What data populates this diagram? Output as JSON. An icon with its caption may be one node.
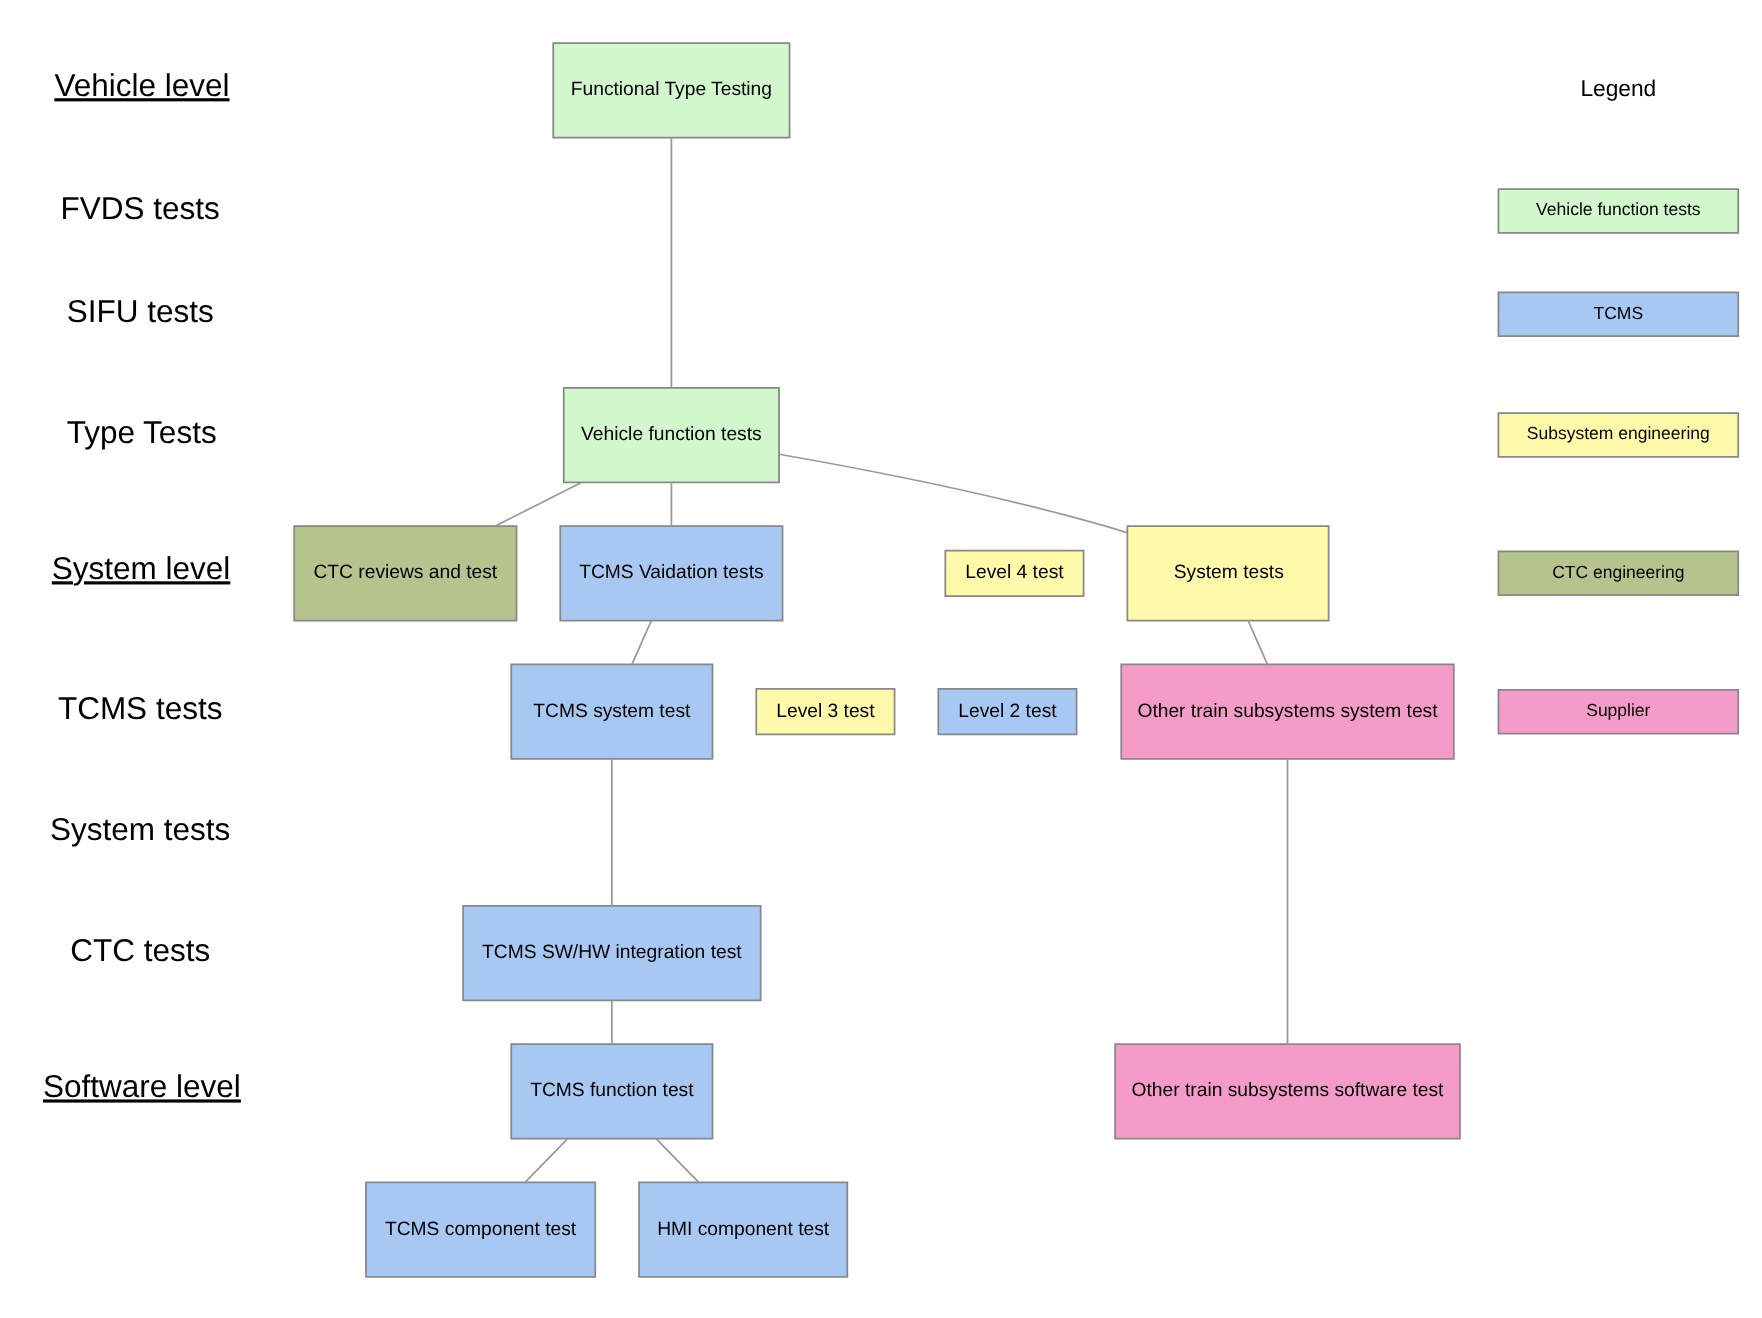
{
  "diagram": {
    "nodes": [
      {
        "text": [
          "Functional Type Testing"
        ]
      },
      {
        "text": [
          "Vehicle function tests"
        ]
      },
      {
        "text": [
          "CTC reviews and test"
        ]
      },
      {
        "text": [
          "TCMS Vaidation tests"
        ]
      },
      {
        "text": [
          "Level 4 test"
        ]
      },
      {
        "text": [
          "System tests"
        ]
      },
      {
        "text": [
          "TCMS system test"
        ]
      },
      {
        "text": [
          "Level 3 test"
        ]
      },
      {
        "text": [
          "Level 2 test"
        ]
      },
      {
        "text": [
          "Other train subsystems system test"
        ]
      },
      {
        "text": [
          "TCMS SW/HW integration test"
        ]
      },
      {
        "text": [
          "TCMS function test"
        ]
      },
      {
        "text": [
          "Other train subsystems software test"
        ]
      },
      {
        "text": [
          "TCMS component test"
        ]
      },
      {
        "text": [
          "HMI component test"
        ]
      }
    ],
    "edges": [
      {
        "from": 0,
        "to": 1,
        "arrow": "none"
      },
      {
        "from": 1,
        "to": 2,
        "arrow": "none"
      },
      {
        "from": 1,
        "to": 3,
        "arrow": "none"
      },
      {
        "from": 1,
        "to": 5,
        "arrow": "none"
      },
      {
        "from": 3,
        "to": 6,
        "arrow": "none"
      },
      {
        "from": 5,
        "to": 9,
        "arrow": "none"
      },
      {
        "from": 6,
        "to": 10,
        "arrow": "none"
      },
      {
        "from": 10,
        "to": 11,
        "arrow": "none"
      },
      {
        "from": 9,
        "to": 12,
        "arrow": "none"
      },
      {
        "from": 11,
        "to": 13,
        "arrow": "none"
      },
      {
        "from": 11,
        "to": 14,
        "arrow": "none"
      }
    ],
    "labels": [
      "Vehicle level",
      "FVDS tests",
      "SIFU tests",
      "Type Tests",
      "System level",
      "TCMS tests",
      "System tests",
      "CTC tests",
      "Software level",
      "Legend"
    ],
    "legend": [
      {
        "text": "Vehicle function tests",
        "color": "#d3f7cc"
      },
      {
        "text": "TCMS",
        "color": "#a6c8f2"
      },
      {
        "text": "Subsystem engineering",
        "color": "#fffaaa"
      },
      {
        "text": "CTC engineering",
        "color": "#b5c48c"
      },
      {
        "text": "Supplier",
        "color": "#f49bc8"
      }
    ]
  }
}
